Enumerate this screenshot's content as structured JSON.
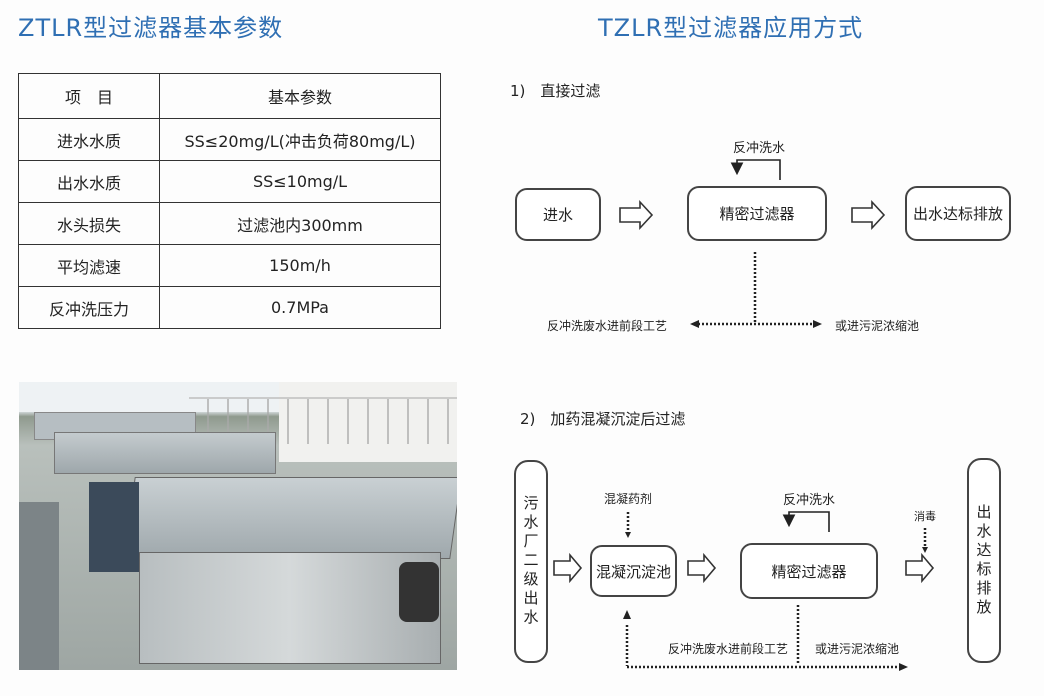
{
  "left_title": "ZTLR型过滤器基本参数",
  "right_title": "TZLR型过滤器应用方式",
  "table": {
    "headers": [
      "项　目",
      "基本参数"
    ],
    "rows": [
      [
        "进水水质",
        "SS≤20mg/L(冲击负荷80mg/L)"
      ],
      [
        "出水水质",
        "SS≤10mg/L"
      ],
      [
        "水头损失",
        "过滤池内300mm"
      ],
      [
        "平均滤速",
        "150m/h"
      ],
      [
        "反冲洗压力",
        "0.7MPa"
      ]
    ]
  },
  "diagram1": {
    "heading": "1)　直接过滤",
    "inlet": "进水",
    "filter": "精密过滤器",
    "outlet": "出水达标排放",
    "backwash": "反冲洗水",
    "waste_left": "反冲洗废水进前段工艺",
    "waste_right": "或进污泥浓缩池"
  },
  "diagram2": {
    "heading": "2)　加药混凝沉淀后过滤",
    "inlet": "污水厂二级出水",
    "coag_tank": "混凝沉淀池",
    "coagulant": "混凝药剂",
    "filter": "精密过滤器",
    "backwash": "反冲洗水",
    "disinfect": "消毒",
    "outlet": "出水达标排放",
    "waste_left": "反冲洗废水进前段工艺",
    "waste_right": "或进污泥浓缩池"
  },
  "colors": {
    "title": "#2f6fb3"
  }
}
